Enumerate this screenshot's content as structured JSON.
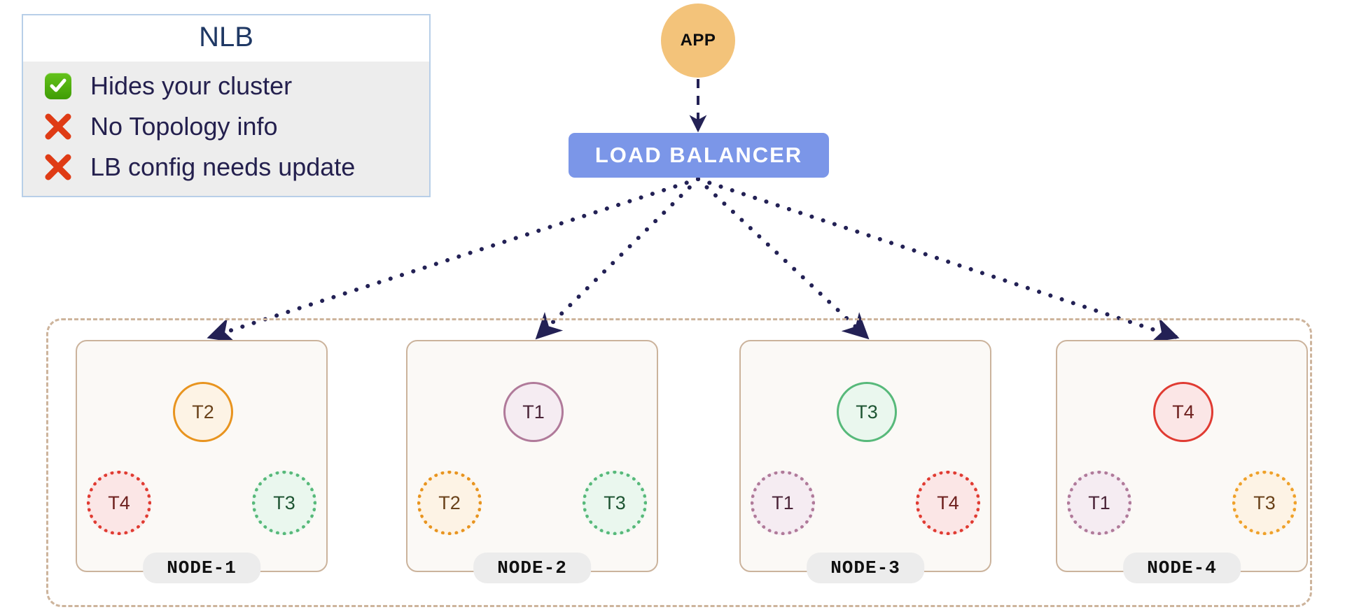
{
  "legend": {
    "title": "NLB",
    "rows": [
      {
        "icon": "check-mark-icon",
        "status": "positive",
        "text": "Hides your cluster"
      },
      {
        "icon": "cross-mark-icon",
        "status": "negative",
        "text": "No Topology info"
      },
      {
        "icon": "cross-mark-icon",
        "status": "negative",
        "text": "LB config needs update"
      }
    ]
  },
  "topology": {
    "app_label": "APP",
    "load_balancer_label": "LOAD  BALANCER",
    "nodes": [
      {
        "name": "NODE-1",
        "primary": {
          "label": "T2",
          "role": "primary",
          "color": "#e8941f"
        },
        "replicas": [
          {
            "label": "T4",
            "role": "replica",
            "color": "#e03b32"
          },
          {
            "label": "T3",
            "role": "replica",
            "color": "#57b97a"
          }
        ]
      },
      {
        "name": "NODE-2",
        "primary": {
          "label": "T1",
          "role": "primary",
          "color": "#b07a9a"
        },
        "replicas": [
          {
            "label": "T2",
            "role": "replica",
            "color": "#e8941f"
          },
          {
            "label": "T3",
            "role": "replica",
            "color": "#57b97a"
          }
        ]
      },
      {
        "name": "NODE-3",
        "primary": {
          "label": "T3",
          "role": "primary",
          "color": "#57b97a"
        },
        "replicas": [
          {
            "label": "T1",
            "role": "replica",
            "color": "#b07a9a"
          },
          {
            "label": "T4",
            "role": "replica",
            "color": "#e03b32"
          }
        ]
      },
      {
        "name": "NODE-4",
        "primary": {
          "label": "T4",
          "role": "primary",
          "color": "#e03b32"
        },
        "replicas": [
          {
            "label": "T1",
            "role": "replica",
            "color": "#b07a9a"
          },
          {
            "label": "T3",
            "role": "replica",
            "color": "#efa12a"
          }
        ]
      }
    ]
  },
  "colors": {
    "app_fill": "#f3c37a",
    "lb_fill": "#7b96e8",
    "edge": "#232155",
    "cluster_border": "#cdb49c",
    "node_border": "#cbb39c",
    "node_fill": "#fbf9f6",
    "legend_border": "#b8cfe8",
    "legend_body": "#ededed",
    "legend_text": "#24204e"
  }
}
